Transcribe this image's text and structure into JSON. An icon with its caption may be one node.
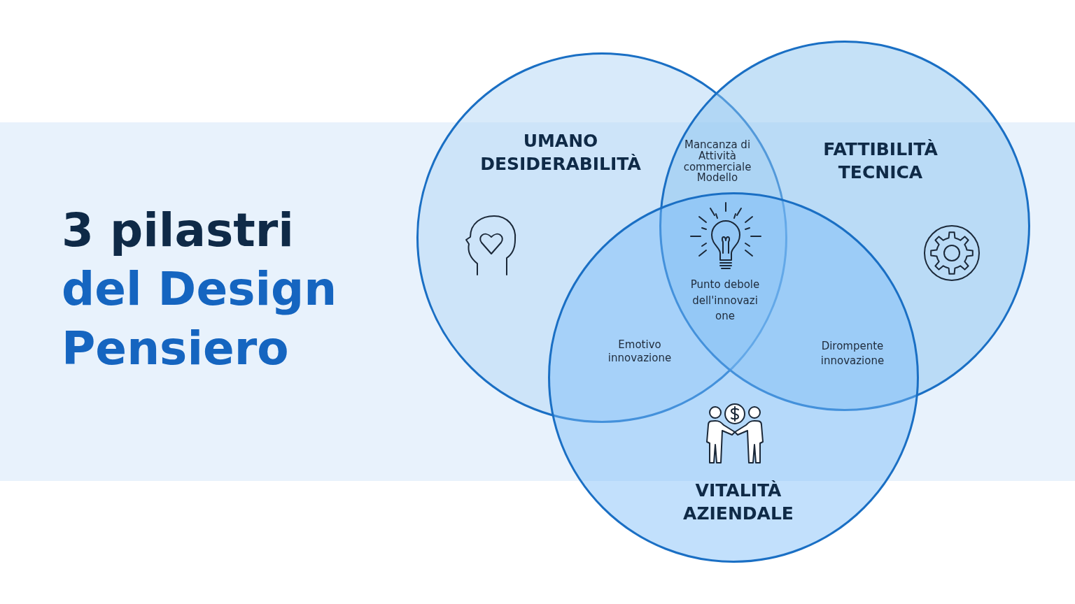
{
  "diagram": {
    "title": "3 pilastri del Design Pensiero",
    "nodes": [
      {
        "text": [
          "UMANO DESIDERABILITÀ"
        ]
      },
      {
        "text": [
          "FATTIBILITÀ TECNICA"
        ]
      },
      {
        "text": [
          "VITALITÀ AZIENDALE"
        ]
      }
    ],
    "labels": [
      "Mancanza di Attività commerciale Modello",
      "Punto debole dell'innovazione",
      "Emotivo innovazione",
      "Dirompente innovazione"
    ]
  }
}
